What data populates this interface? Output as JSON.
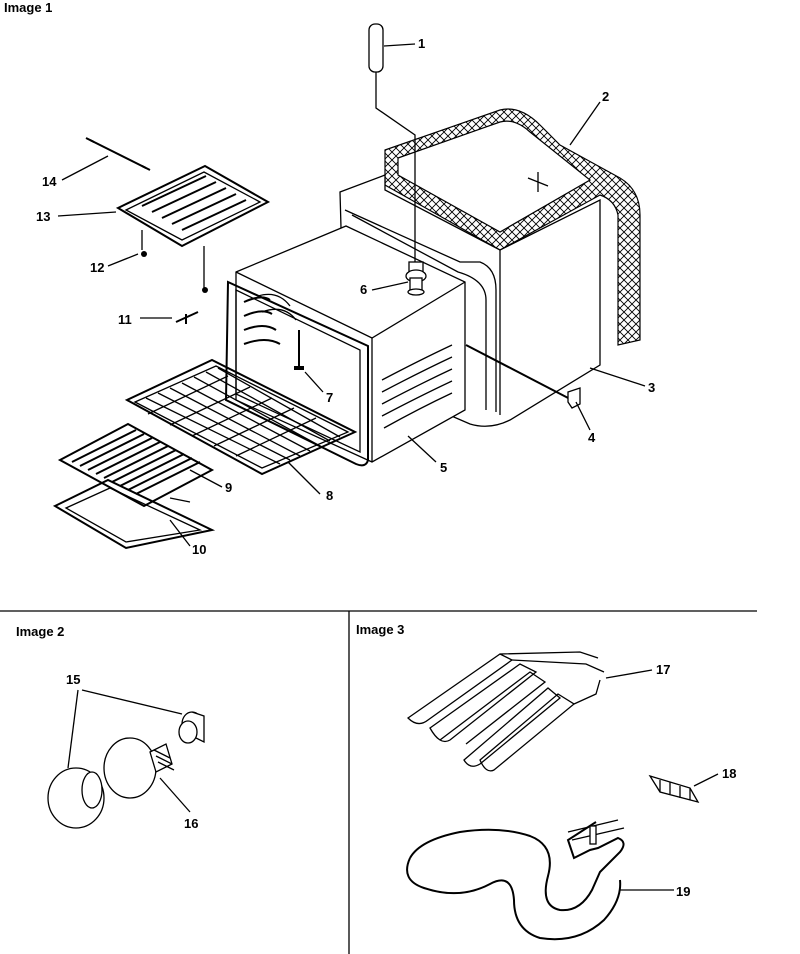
{
  "panels": {
    "image1": "Image 1",
    "image2": "Image 2",
    "image3": "Image 3"
  },
  "callouts": {
    "c1": "1",
    "c2": "2",
    "c3": "3",
    "c4": "4",
    "c5": "5",
    "c6": "6",
    "c7": "7",
    "c8": "8",
    "c9": "9",
    "c10": "10",
    "c11": "11",
    "c12": "12",
    "c13": "13",
    "c14": "14",
    "c15": "15",
    "c16": "16",
    "c17": "17",
    "c18": "18",
    "c19": "19"
  }
}
